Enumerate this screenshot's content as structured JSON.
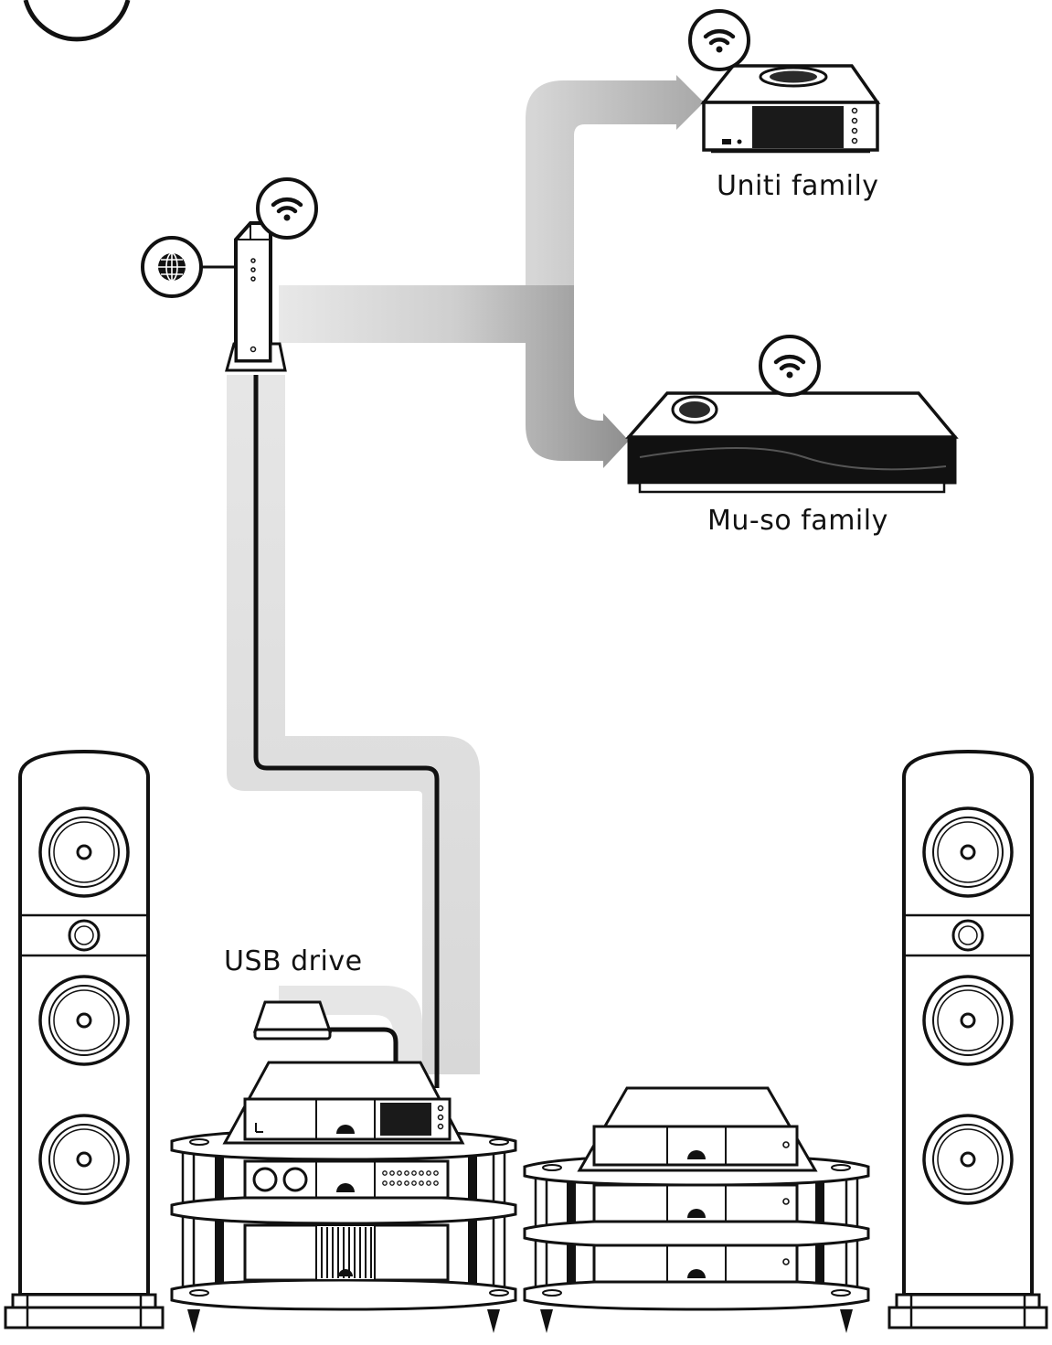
{
  "labels": {
    "uniti": "Uniti family",
    "muso": "Mu-so family",
    "usb": "USB drive"
  },
  "icons": {
    "internet": "globe-icon",
    "wifi": "wifi-icon"
  },
  "colors": {
    "line": "#111111",
    "path_light": "#e6e6e6",
    "path_dark": "#bdbdbd",
    "device_dark": "#1a1a1a",
    "background": "#ffffff"
  }
}
